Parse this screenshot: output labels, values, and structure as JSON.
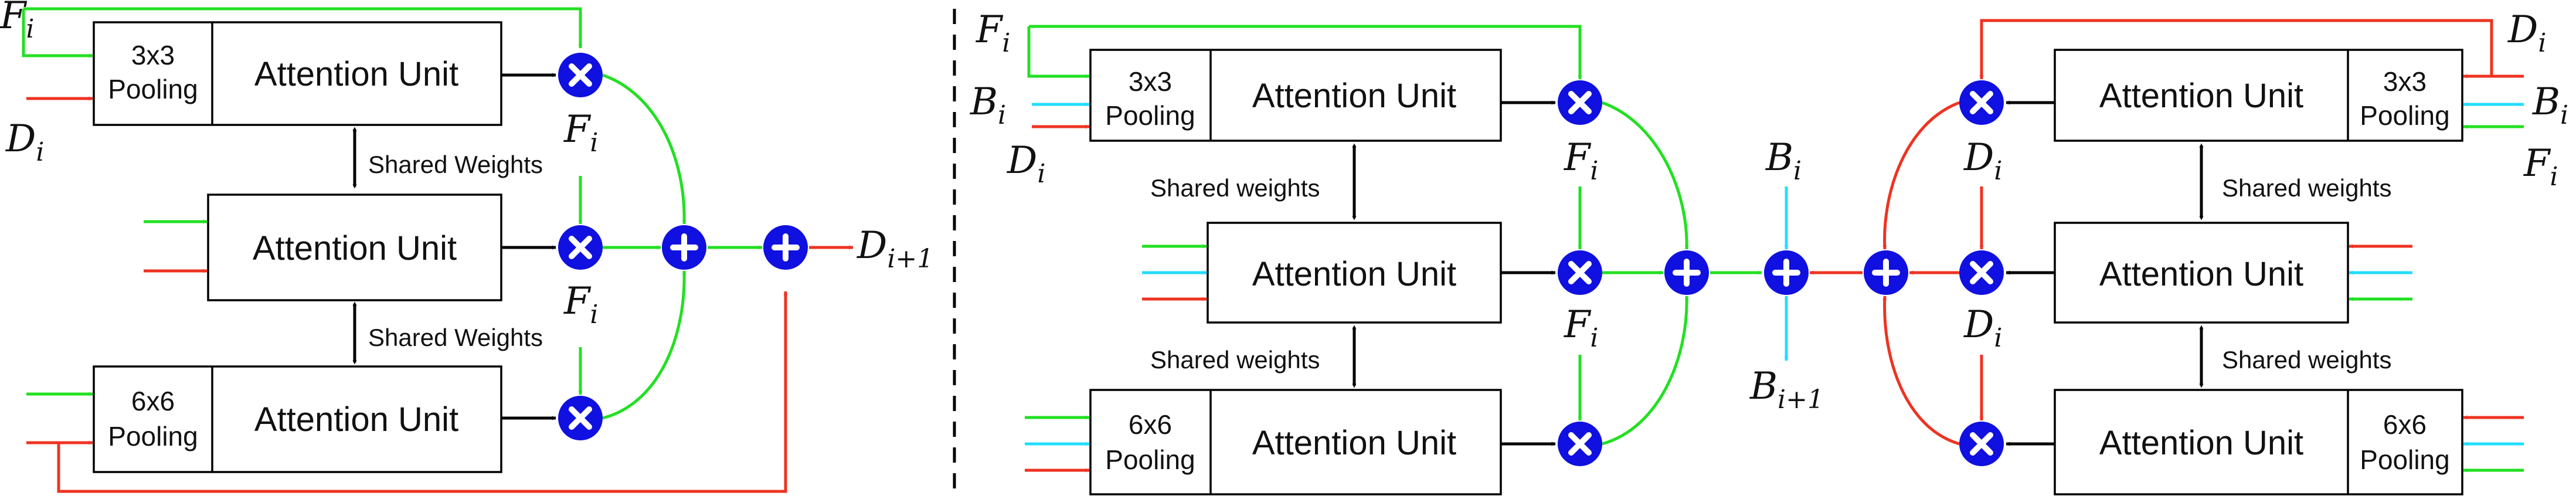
{
  "colors": {
    "feature_arrow": "#22e022",
    "depth_arrow": "#ee3322",
    "boundary_arrow": "#22ddff",
    "operator": "#1010e0",
    "weight_arrow": "#000000"
  },
  "left_panel": {
    "input_f": "F_i",
    "input_d": "D_i",
    "units": [
      {
        "label": "Attention Unit",
        "pooling": [
          "3x3",
          "Pooling"
        ]
      },
      {
        "label": "Attention Unit",
        "pooling": []
      },
      {
        "label": "Attention Unit",
        "pooling": [
          "6x6",
          "Pooling"
        ]
      }
    ],
    "shared_weights": [
      "Shared Weights",
      "Shared Weights"
    ],
    "f_labels": [
      "F_i",
      "F_i"
    ],
    "output": "D_i+1"
  },
  "right_panel": {
    "inputs_left": [
      "F_i",
      "B_i",
      "D_i"
    ],
    "inputs_right": [
      "D_i",
      "B_i",
      "F_i"
    ],
    "units": [
      {
        "label": "Attention Unit",
        "pooling": [
          "3x3",
          "Pooling"
        ]
      },
      {
        "label": "Attention Unit",
        "pooling": []
      },
      {
        "label": "Attention Unit",
        "pooling": [
          "6x6",
          "Pooling"
        ]
      },
      {
        "label": "Attention Unit",
        "pooling": [
          "3x3",
          "Pooling"
        ]
      },
      {
        "label": "Attention Unit",
        "pooling": []
      },
      {
        "label": "Attention Unit",
        "pooling": [
          "6x6",
          "Pooling"
        ]
      }
    ],
    "shared_weights": [
      "Shared weights",
      "Shared weights",
      "Shared weights",
      "Shared weights"
    ],
    "f_labels": [
      "F_i",
      "F_i"
    ],
    "d_labels": [
      "D_i",
      "D_i"
    ],
    "b_input": "B_i",
    "b_output": "B_i+1"
  }
}
